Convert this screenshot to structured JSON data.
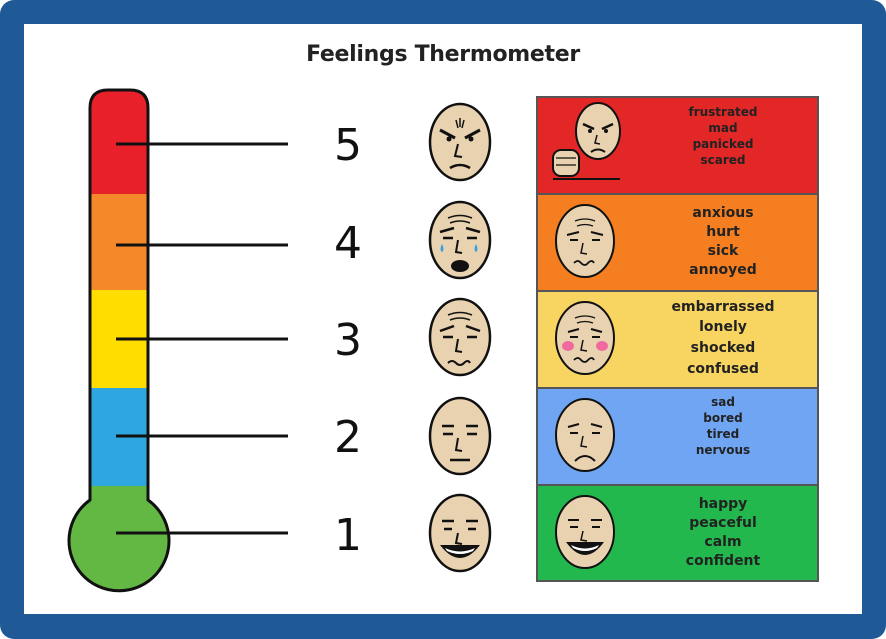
{
  "title": "Feelings Thermometer",
  "colors": {
    "frame": "#205a96",
    "level5": "#e32626",
    "level4": "#f57e20",
    "level3": "#f7d560",
    "level2": "#6fa5f2",
    "level1": "#23b84d",
    "therm_red": "#e8202a",
    "therm_orange": "#f5892a",
    "therm_yellow": "#ffdd00",
    "therm_blue": "#2ea6e0",
    "therm_green": "#63b844"
  },
  "levels": [
    {
      "number": "5",
      "face": "angry-face-icon",
      "words": [
        "frustrated",
        "mad",
        "panicked",
        "scared"
      ]
    },
    {
      "number": "4",
      "face": "crying-face-icon",
      "words": [
        "anxious",
        "hurt",
        "sick",
        "annoyed"
      ]
    },
    {
      "number": "3",
      "face": "worried-face-icon",
      "words": [
        "embarrassed",
        "lonely",
        "shocked",
        "confused"
      ]
    },
    {
      "number": "2",
      "face": "neutral-face-icon",
      "words": [
        "sad",
        "bored",
        "tired",
        "nervous"
      ]
    },
    {
      "number": "1",
      "face": "happy-face-icon",
      "words": [
        "happy",
        "peaceful",
        "calm",
        "confident"
      ]
    }
  ]
}
